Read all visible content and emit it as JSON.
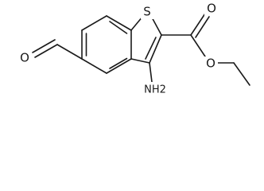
{
  "compound": {
    "atoms": {
      "sulfur": "S",
      "aldehyde_oxygen": "O",
      "carbonyl_oxygen": "O",
      "ester_oxygen": "O",
      "amino_group": "NH2"
    }
  }
}
